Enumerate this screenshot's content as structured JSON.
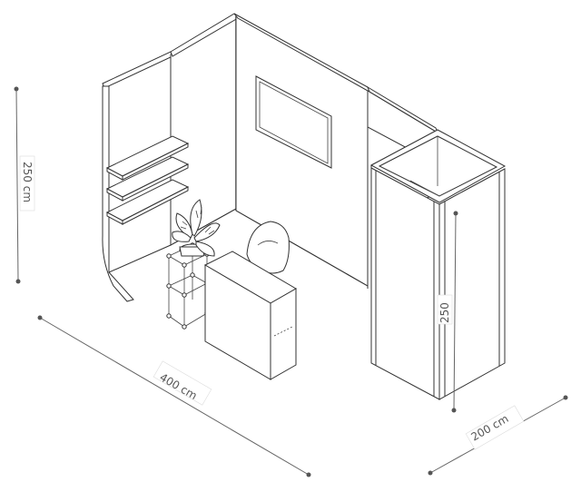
{
  "dimensions": {
    "height": "250 cm",
    "width": "400 cm",
    "depth": "200 cm",
    "column_height": "250"
  },
  "colors": {
    "line": "#333333",
    "dimension": "#666666",
    "background": "#ffffff"
  }
}
